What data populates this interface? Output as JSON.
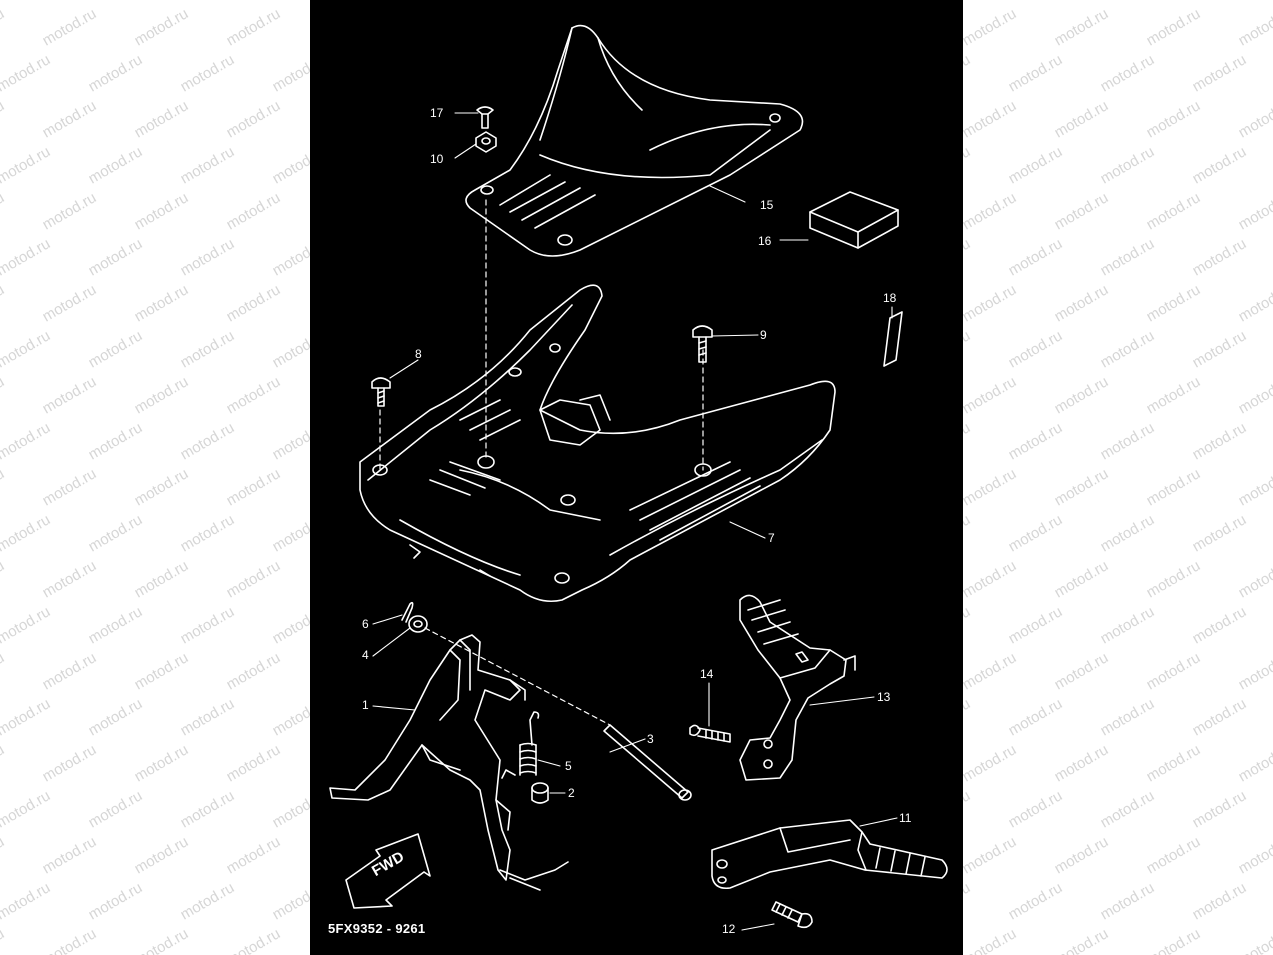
{
  "watermark_text": "motod.ru",
  "diagram_code": "5FX9352 - 9261",
  "fwd_arrow_text": "FWD",
  "callouts": [
    {
      "id": "c17",
      "text": "17"
    },
    {
      "id": "c10",
      "text": "10"
    },
    {
      "id": "c15",
      "text": "15"
    },
    {
      "id": "c16",
      "text": "16"
    },
    {
      "id": "c18",
      "text": "18"
    },
    {
      "id": "c8",
      "text": "8"
    },
    {
      "id": "c9",
      "text": "9"
    },
    {
      "id": "c7",
      "text": "7"
    },
    {
      "id": "c6",
      "text": "6"
    },
    {
      "id": "c4",
      "text": "4"
    },
    {
      "id": "c1",
      "text": "1"
    },
    {
      "id": "c14",
      "text": "14"
    },
    {
      "id": "c13",
      "text": "13"
    },
    {
      "id": "c3",
      "text": "3"
    },
    {
      "id": "c5",
      "text": "5"
    },
    {
      "id": "c2",
      "text": "2"
    },
    {
      "id": "c11",
      "text": "11"
    },
    {
      "id": "c12",
      "text": "12"
    }
  ],
  "colors": {
    "background": "#000000",
    "lines": "#ffffff",
    "watermark": "#d6d6d6"
  }
}
